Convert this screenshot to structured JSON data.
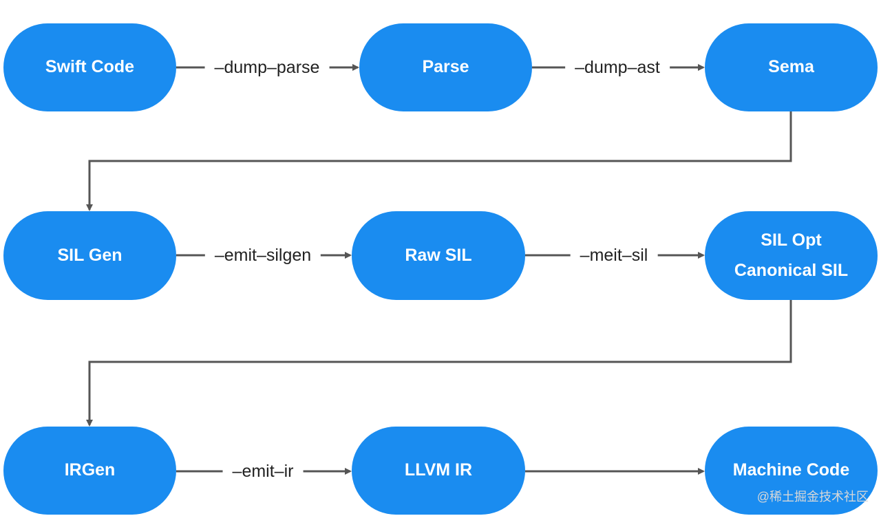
{
  "nodes": {
    "swift_code": "Swift Code",
    "parse": "Parse",
    "sema": "Sema",
    "sil_gen": "SIL Gen",
    "raw_sil": "Raw SIL",
    "sil_opt_line1": "SIL Opt",
    "sil_opt_line2": "Canonical SIL",
    "irgen": "IRGen",
    "llvm_ir": "LLVM IR",
    "machine_code": "Machine Code"
  },
  "edges": {
    "dump_parse": "–dump–parse",
    "dump_ast": "–dump–ast",
    "emit_silgen": "–emit–silgen",
    "meit_sil": "–meit–sil",
    "emit_ir": "–emit–ir"
  },
  "watermark": "@稀土掘金技术社区",
  "colors": {
    "node_fill": "#1a8cf0",
    "node_text": "#ffffff",
    "connector": "#555555",
    "label_text": "#222222"
  }
}
